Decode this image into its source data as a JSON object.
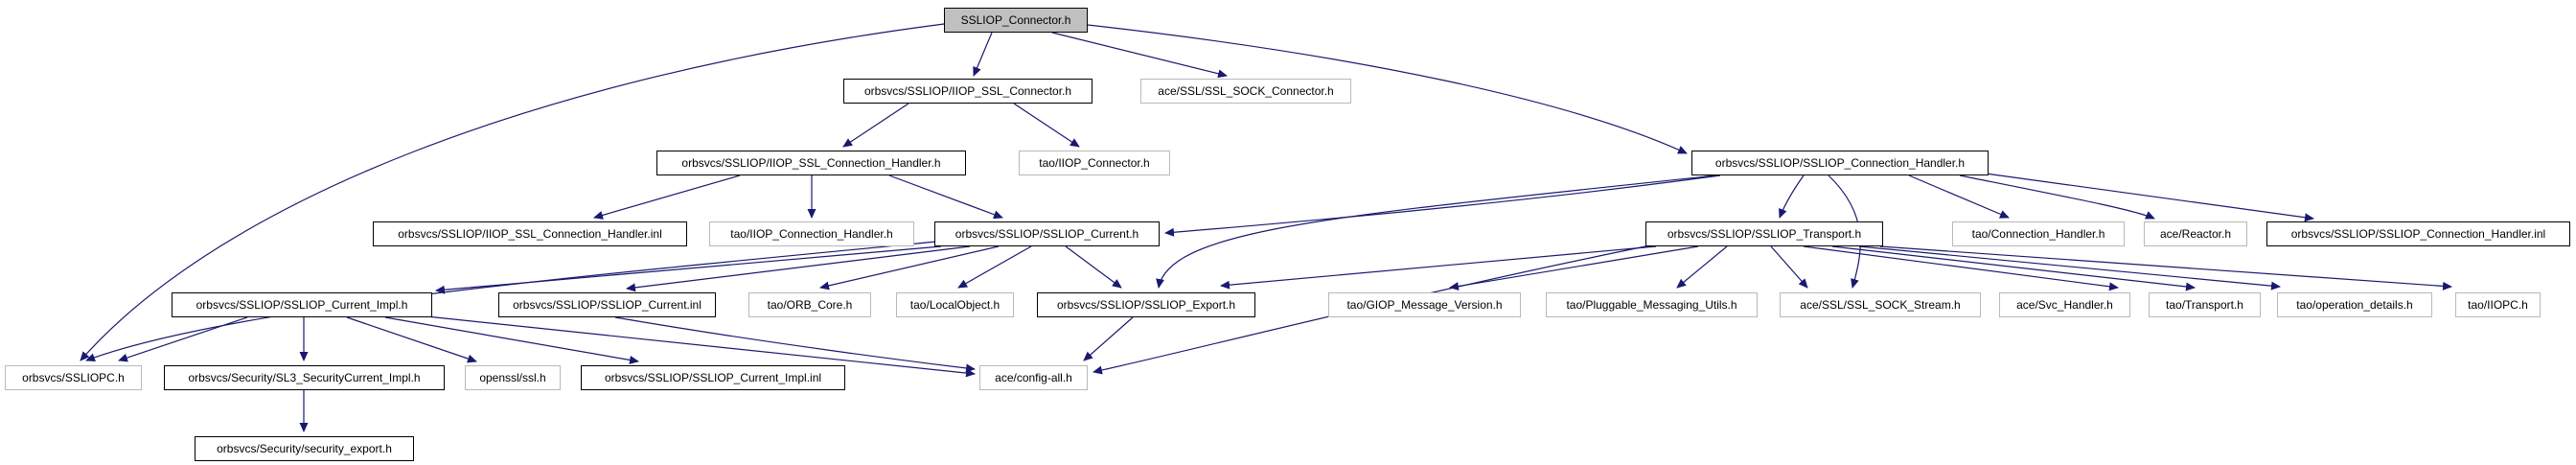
{
  "diagram_type": "include-dependency-graph",
  "root_file": "SSLIOP_Connector.h",
  "colors": {
    "edge": "#191970",
    "root_fill": "#c0c0c0",
    "node_fill": "#ffffff",
    "documented_border": "#000000",
    "external_border": "#b9b9b9",
    "text": "#000000"
  },
  "graph": {
    "nodes": [
      {
        "id": "ssliop-connector-h",
        "label": "SSLIOP_Connector.h",
        "kind": "current"
      },
      {
        "id": "iiop-ssl-connector",
        "label": "orbsvcs/SSLIOP/IIOP_SSL_Connector.h",
        "kind": "documented"
      },
      {
        "id": "ssl-sock-connector",
        "label": "ace/SSL/SSL_SOCK_Connector.h",
        "kind": "external"
      },
      {
        "id": "iiop-ssl-connection-handler",
        "label": "orbsvcs/SSLIOP/IIOP_SSL_Connection_Handler.h",
        "kind": "documented"
      },
      {
        "id": "tao-iiop-connector",
        "label": "tao/IIOP_Connector.h",
        "kind": "external"
      },
      {
        "id": "ssliop-connection-handler",
        "label": "orbsvcs/SSLIOP/SSLIOP_Connection_Handler.h",
        "kind": "documented"
      },
      {
        "id": "iiop-ssl-connection-handler-inl",
        "label": "orbsvcs/SSLIOP/IIOP_SSL_Connection_Handler.inl",
        "kind": "documented"
      },
      {
        "id": "tao-iiop-connection-handler",
        "label": "tao/IIOP_Connection_Handler.h",
        "kind": "external"
      },
      {
        "id": "ssliop-current",
        "label": "orbsvcs/SSLIOP/SSLIOP_Current.h",
        "kind": "documented"
      },
      {
        "id": "ssliop-transport",
        "label": "orbsvcs/SSLIOP/SSLIOP_Transport.h",
        "kind": "documented"
      },
      {
        "id": "tao-connection-handler",
        "label": "tao/Connection_Handler.h",
        "kind": "external"
      },
      {
        "id": "ace-reactor",
        "label": "ace/Reactor.h",
        "kind": "external"
      },
      {
        "id": "ssliop-connection-handler-inl",
        "label": "orbsvcs/SSLIOP/SSLIOP_Connection_Handler.inl",
        "kind": "documented"
      },
      {
        "id": "ssliop-current-impl",
        "label": "orbsvcs/SSLIOP/SSLIOP_Current_Impl.h",
        "kind": "documented"
      },
      {
        "id": "ssliop-current-inl",
        "label": "orbsvcs/SSLIOP/SSLIOP_Current.inl",
        "kind": "documented"
      },
      {
        "id": "tao-orb-core",
        "label": "tao/ORB_Core.h",
        "kind": "external"
      },
      {
        "id": "tao-localobject",
        "label": "tao/LocalObject.h",
        "kind": "external"
      },
      {
        "id": "ssliop-export",
        "label": "orbsvcs/SSLIOP/SSLIOP_Export.h",
        "kind": "documented"
      },
      {
        "id": "tao-giop-message-version",
        "label": "tao/GIOP_Message_Version.h",
        "kind": "external"
      },
      {
        "id": "tao-pluggable-messaging-utils",
        "label": "tao/Pluggable_Messaging_Utils.h",
        "kind": "external"
      },
      {
        "id": "ace-ssl-sock-stream",
        "label": "ace/SSL/SSL_SOCK_Stream.h",
        "kind": "external"
      },
      {
        "id": "ace-svc-handler",
        "label": "ace/Svc_Handler.h",
        "kind": "external"
      },
      {
        "id": "tao-transport",
        "label": "tao/Transport.h",
        "kind": "external"
      },
      {
        "id": "tao-operation-details",
        "label": "tao/operation_details.h",
        "kind": "external"
      },
      {
        "id": "tao-iiopc",
        "label": "tao/IIOPC.h",
        "kind": "external"
      },
      {
        "id": "ssliopc",
        "label": "orbsvcs/SSLIOPC.h",
        "kind": "external"
      },
      {
        "id": "sl3-securitycurrent-impl",
        "label": "orbsvcs/Security/SL3_SecurityCurrent_Impl.h",
        "kind": "documented"
      },
      {
        "id": "openssl-ssl",
        "label": "openssl/ssl.h",
        "kind": "external"
      },
      {
        "id": "ssliop-current-impl-inl",
        "label": "orbsvcs/SSLIOP/SSLIOP_Current_Impl.inl",
        "kind": "documented"
      },
      {
        "id": "ace-config-all",
        "label": "ace/config-all.h",
        "kind": "external"
      },
      {
        "id": "security-export",
        "label": "orbsvcs/Security/security_export.h",
        "kind": "documented"
      }
    ],
    "edges": [
      {
        "from": "ssliop-connector-h",
        "to": "iiop-ssl-connector"
      },
      {
        "from": "ssliop-connector-h",
        "to": "ssl-sock-connector"
      },
      {
        "from": "ssliop-connector-h",
        "to": "ssliop-connection-handler"
      },
      {
        "from": "ssliop-connector-h",
        "to": "ssliopc"
      },
      {
        "from": "iiop-ssl-connector",
        "to": "iiop-ssl-connection-handler"
      },
      {
        "from": "iiop-ssl-connector",
        "to": "tao-iiop-connector"
      },
      {
        "from": "iiop-ssl-connection-handler",
        "to": "iiop-ssl-connection-handler-inl"
      },
      {
        "from": "iiop-ssl-connection-handler",
        "to": "tao-iiop-connection-handler"
      },
      {
        "from": "iiop-ssl-connection-handler",
        "to": "ssliop-current"
      },
      {
        "from": "ssliop-connection-handler",
        "to": "ssliop-current"
      },
      {
        "from": "ssliop-connection-handler",
        "to": "ssliop-transport"
      },
      {
        "from": "ssliop-connection-handler",
        "to": "tao-connection-handler"
      },
      {
        "from": "ssliop-connection-handler",
        "to": "ace-reactor"
      },
      {
        "from": "ssliop-connection-handler",
        "to": "ssliop-connection-handler-inl"
      },
      {
        "from": "ssliop-connection-handler",
        "to": "ace-ssl-sock-stream"
      },
      {
        "from": "ssliop-connection-handler",
        "to": "ssliop-export"
      },
      {
        "from": "ssliop-current",
        "to": "ssliop-current-impl"
      },
      {
        "from": "ssliop-current",
        "to": "ssliop-current-inl"
      },
      {
        "from": "ssliop-current",
        "to": "tao-orb-core"
      },
      {
        "from": "ssliop-current",
        "to": "tao-localobject"
      },
      {
        "from": "ssliop-current",
        "to": "ssliop-export"
      },
      {
        "from": "ssliop-current",
        "to": "ssliopc"
      },
      {
        "from": "ssliop-transport",
        "to": "ssliop-export"
      },
      {
        "from": "ssliop-transport",
        "to": "ace-config-all"
      },
      {
        "from": "ssliop-transport",
        "to": "tao-giop-message-version"
      },
      {
        "from": "ssliop-transport",
        "to": "tao-pluggable-messaging-utils"
      },
      {
        "from": "ssliop-transport",
        "to": "ace-ssl-sock-stream"
      },
      {
        "from": "ssliop-transport",
        "to": "ace-svc-handler"
      },
      {
        "from": "ssliop-transport",
        "to": "tao-transport"
      },
      {
        "from": "ssliop-transport",
        "to": "tao-operation-details"
      },
      {
        "from": "ssliop-transport",
        "to": "tao-iiopc"
      },
      {
        "from": "ssliop-current-impl",
        "to": "ssliopc"
      },
      {
        "from": "ssliop-current-impl",
        "to": "sl3-securitycurrent-impl"
      },
      {
        "from": "ssliop-current-impl",
        "to": "openssl-ssl"
      },
      {
        "from": "ssliop-current-impl",
        "to": "ssliop-current-impl-inl"
      },
      {
        "from": "ssliop-current-impl",
        "to": "ace-config-all"
      },
      {
        "from": "ssliop-current-inl",
        "to": "ace-config-all"
      },
      {
        "from": "ssliop-export",
        "to": "ace-config-all"
      },
      {
        "from": "sl3-securitycurrent-impl",
        "to": "security-export"
      }
    ]
  }
}
